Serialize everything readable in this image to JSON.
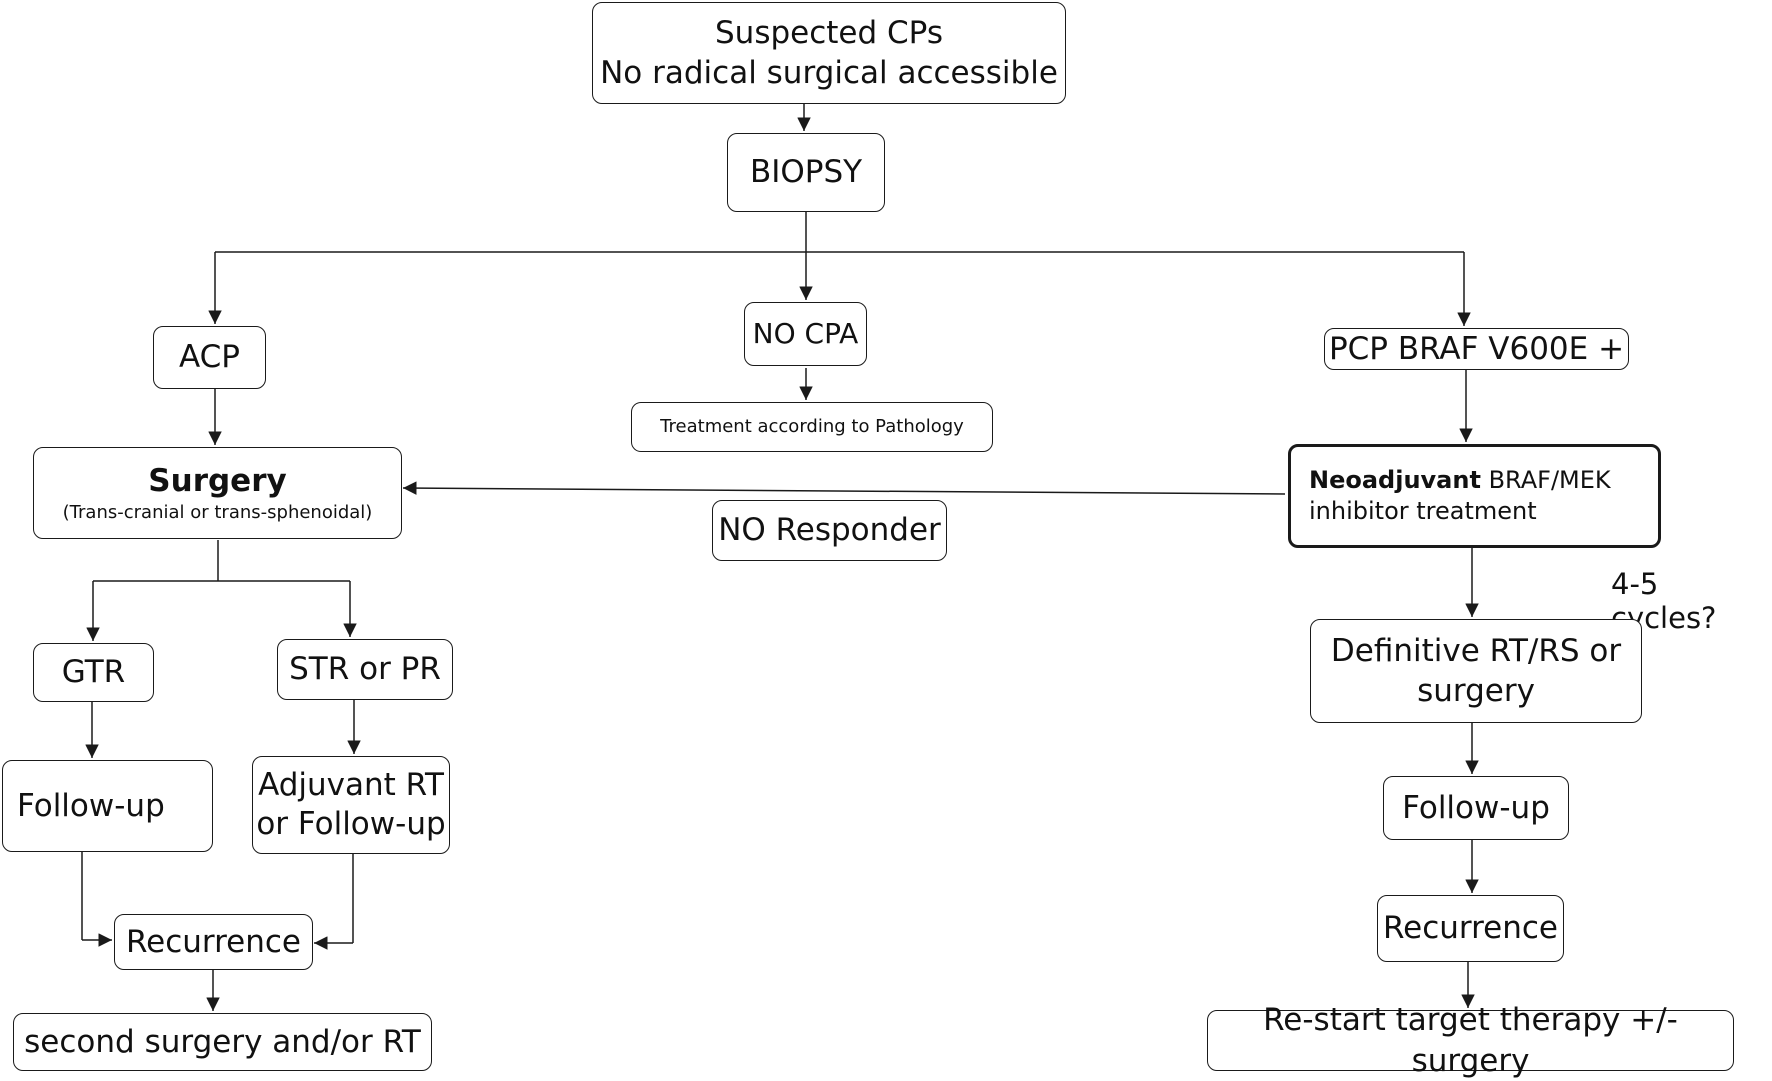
{
  "nodes": {
    "suspected": {
      "line1": "Suspected CPs",
      "line2": "No radical surgical accessible"
    },
    "biopsy": "BIOPSY",
    "acp": "ACP",
    "no_cpa": "NO CPA",
    "pcp": "PCP BRAF V600E +",
    "treatment_pathology": "Treatment according to Pathology",
    "surgery": {
      "title": "Surgery",
      "subtitle": "(Trans-cranial or trans-sphenoidal)"
    },
    "no_responder": "NO Responder",
    "neoadjuvant": {
      "bold": "Neoadjuvant",
      "rest": " BRAF/MEK",
      "line2": "inhibitor treatment"
    },
    "cycles": "4-5 cycles?",
    "gtr": "GTR",
    "str_pr": "STR or PR",
    "definitive": {
      "line1": "Definitive RT/RS or",
      "line2": "surgery"
    },
    "follow_up_left": "Follow-up",
    "adjuvant": {
      "line1": "Adjuvant RT",
      "line2": "or Follow-up"
    },
    "follow_up_right": "Follow-up",
    "recurrence_left": "Recurrence",
    "recurrence_right": "Recurrence",
    "second_surgery": "second surgery and/or RT",
    "restart": "Re-start target therapy +/- surgery"
  },
  "colors": {
    "line": "#1a1a1a",
    "background": "#ffffff"
  }
}
